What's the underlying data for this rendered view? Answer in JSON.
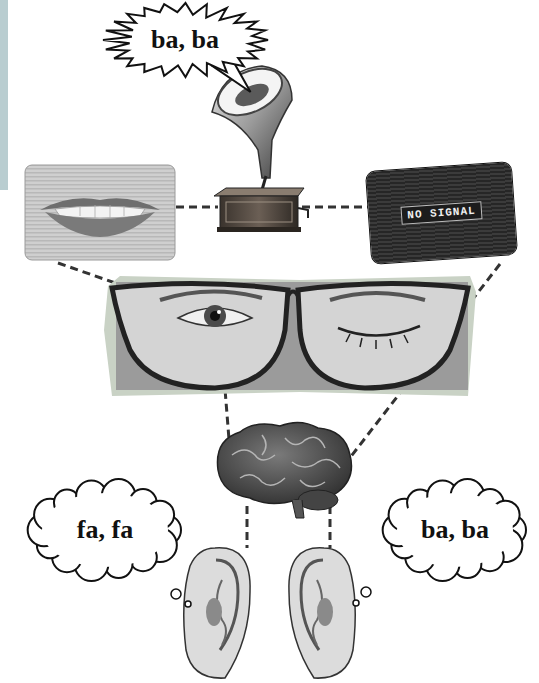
{
  "diagram": {
    "nodes": [
      {
        "text": [
          "ba, ba"
        ]
      },
      {
        "text": [
          "NO SIGNAL"
        ]
      },
      {
        "text": [
          "fa, fa"
        ]
      },
      {
        "text": [
          "ba, ba"
        ]
      }
    ]
  }
}
